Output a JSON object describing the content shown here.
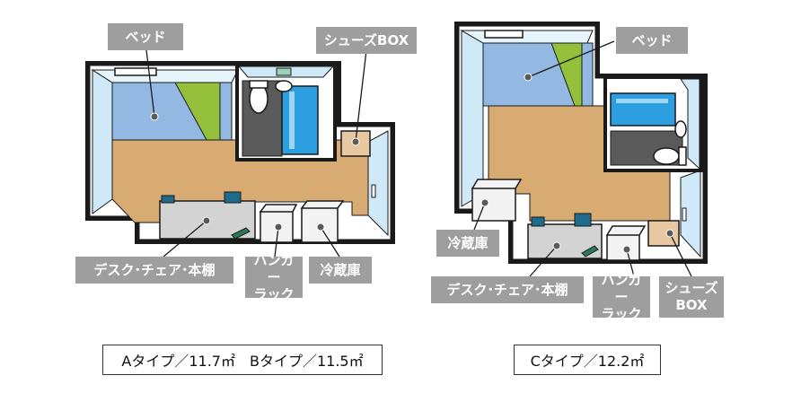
{
  "colors": {
    "wall": "#1a1a1a",
    "wall_inner": "#ffffff",
    "window_glass": "#cfe9f8",
    "floor": "#d7ab72",
    "bed": "#93b9e2",
    "bed_accent": "#94c03c",
    "bathroom_floor": "#5a5a5a",
    "bathtub": "#2b9fe0",
    "desk": "#d3d3d3",
    "chair": "#1f6b8c",
    "box_front": "#f3f3f3",
    "shoe_box": "#e8c8a0",
    "label_bg": "#9e9e9e",
    "label_text": "#ffffff"
  },
  "plan_left": {
    "labels": {
      "bed": "ベッド",
      "shoe_box": "シューズBOX",
      "desk": "デスク･チェア･本棚",
      "hanger": "ハンガー\nラック",
      "fridge": "冷蔵庫"
    },
    "caption": "Aタイプ／11.7㎡　Bタイプ／11.5㎡"
  },
  "plan_right": {
    "labels": {
      "bed": "ベッド",
      "fridge": "冷蔵庫",
      "desk": "デスク･チェア･本棚",
      "hanger": "ハンガー\nラック",
      "shoe_box": "シューズ\nBOX"
    },
    "caption": "Cタイプ／12.2㎡"
  }
}
